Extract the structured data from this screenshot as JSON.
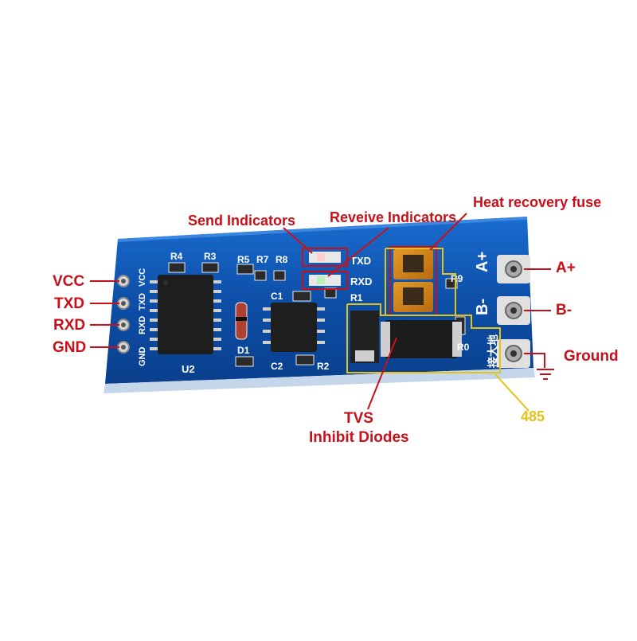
{
  "colors": {
    "annotation_red": "#c8101a",
    "annotation_yellow": "#e5c21a",
    "pcb_blue": "#0d4fa8",
    "silkscreen": "#ffffff"
  },
  "labels": {
    "left_pins": [
      "VCC",
      "TXD",
      "RXD",
      "GND"
    ],
    "right_terminals": [
      "A+",
      "B-",
      "Ground"
    ],
    "send_indicators": "Send Indicators",
    "receive_indicators": "Reveive Indicators",
    "fuse": "Heat recovery fuse",
    "tvs_line1": "TVS",
    "tvs_line2": "Inhibit Diodes",
    "rs485": "485"
  },
  "silkscreen": {
    "header_pins": [
      "GND",
      "RXD",
      "TXD",
      "VCC"
    ],
    "led_txd": "TXD",
    "led_rxd": "RXD",
    "ap_label": "A+",
    "bm_label": "B-",
    "ground_cn": "接大地",
    "refs": [
      "R4",
      "R3",
      "R5",
      "R7",
      "R8",
      "C1",
      "R1",
      "D1",
      "C2",
      "R2",
      "U2",
      "R9",
      "R0"
    ]
  }
}
